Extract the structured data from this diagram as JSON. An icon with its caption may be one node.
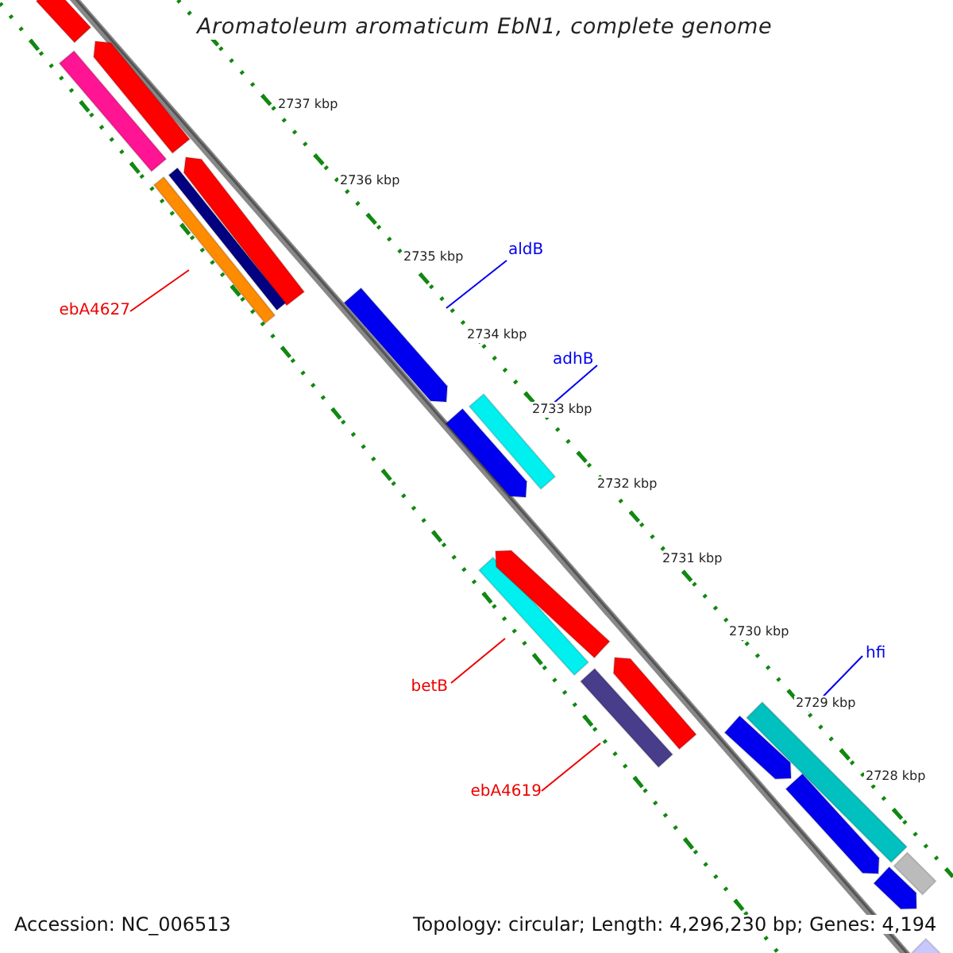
{
  "diagram": {
    "title": "Aromatoleum aromaticum EbN1, complete genome",
    "nodes": [
      {
        "text": [
          "ebA4627"
        ]
      },
      {
        "text": [],
        "shape": "bar"
      },
      {
        "text": [
          "aldB"
        ]
      },
      {
        "text": [],
        "shape": "bar"
      },
      {
        "text": [
          "adhB"
        ]
      },
      {
        "text": [],
        "shape": "bar"
      },
      {
        "text": [
          "betB"
        ]
      },
      {
        "text": [],
        "shape": "bar"
      },
      {
        "text": [
          "ebA4619"
        ]
      },
      {
        "text": [],
        "shape": "bar"
      },
      {
        "text": [
          "hfi"
        ]
      },
      {
        "text": [],
        "shape": "bar"
      },
      {
        "text": [],
        "shape": "bar"
      },
      {
        "text": [],
        "shape": "bar"
      },
      {
        "text": [],
        "shape": "bar"
      },
      {
        "text": [],
        "shape": "bar"
      },
      {
        "text": [],
        "shape": "bar"
      },
      {
        "text": [],
        "shape": "bar"
      },
      {
        "text": [],
        "shape": "bar"
      },
      {
        "text": [],
        "shape": "bar"
      },
      {
        "text": [],
        "shape": "bar"
      },
      {
        "text": [],
        "shape": "bar"
      },
      {
        "text": [],
        "shape": "bar"
      },
      {
        "text": [],
        "shape": "bar"
      },
      {
        "text": [],
        "shape": "bar"
      }
    ],
    "edges": [
      {
        "from": 0,
        "to": 1,
        "arrow": "none",
        "color": "#ee0000"
      },
      {
        "from": 2,
        "to": 3,
        "arrow": "none",
        "color": "#0000ee"
      },
      {
        "from": 4,
        "to": 5,
        "arrow": "none",
        "color": "#0000ee"
      },
      {
        "from": 6,
        "to": 7,
        "arrow": "none",
        "color": "#ee0000"
      },
      {
        "from": 8,
        "to": 9,
        "arrow": "none",
        "color": "#ee0000"
      },
      {
        "from": 10,
        "to": 11,
        "arrow": "none",
        "color": "#0000ee"
      }
    ],
    "labels": [
      "2737 kbp",
      "2736 kbp",
      "2735 kbp",
      "2734 kbp",
      "2733 kbp",
      "2732 kbp",
      "2731 kbp",
      "2730 kbp",
      "2729 kbp",
      "2728 kbp",
      "Accession: NC_006513",
      "Topology: circular; Length: 4,296,230 bp; Genes: 4,194"
    ]
  }
}
